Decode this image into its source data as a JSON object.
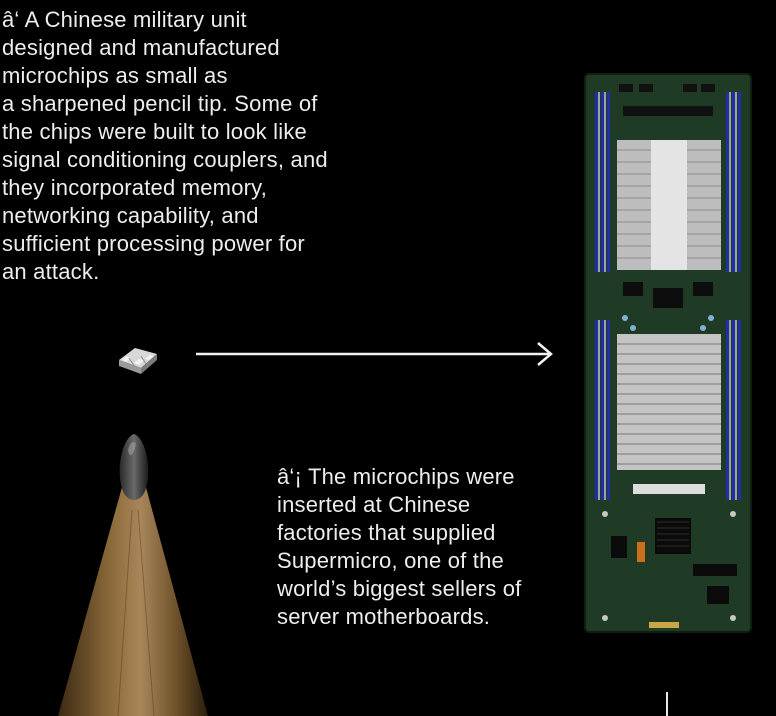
{
  "captions": {
    "first": "â‘  A Chinese military unit\ndesigned and manufactured\nmicrochips as small as\na sharpened pencil tip. Some of\nthe chips were built to look like\nsignal conditioning couplers, and\nthey incorporated memory,\nnetworking capability, and\nsufficient processing power for\nan attack.",
    "second": "â‘¡ The microchips were\ninserted at Chinese\nfactories that supplied\nSupermicro, one of the\nworld’s biggest sellers of\nserver motherboards."
  },
  "images": {
    "chip": "microchip-coupler",
    "pencil": "sharpened-pencil-tip",
    "board": "server-motherboard",
    "arrow": "right-arrow-icon"
  },
  "colors": {
    "background": "#000000",
    "text": "#ededed",
    "board_green": "#1f3a25",
    "heatsink": "#c9c9c9",
    "dimm_blue": "#1f2fa8"
  }
}
